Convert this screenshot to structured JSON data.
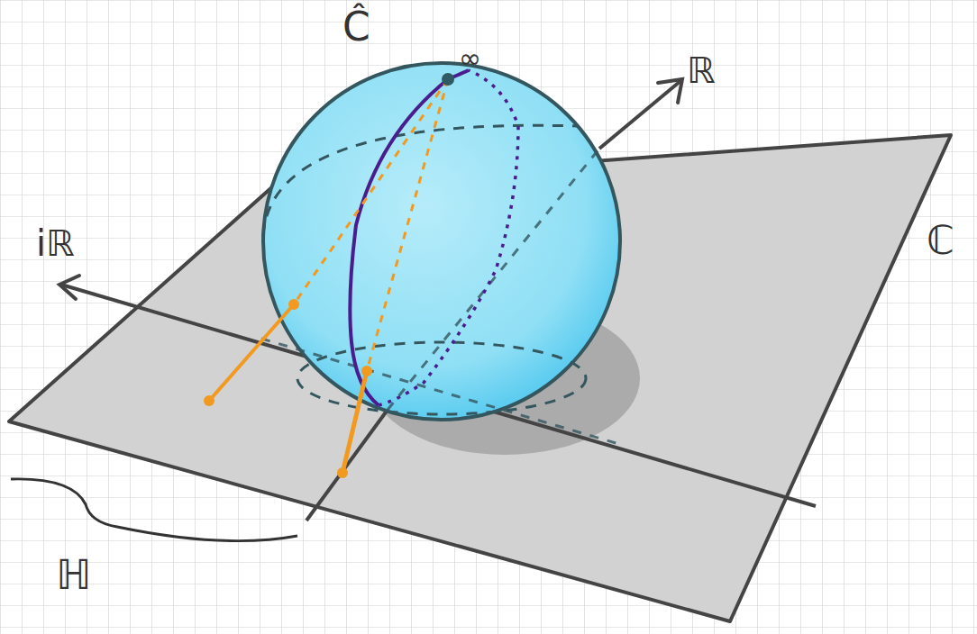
{
  "diagram": {
    "labels": [
      "Ĉ",
      "∞",
      "ℝ",
      "iℝ",
      "ℂ",
      "ℍ"
    ]
  }
}
